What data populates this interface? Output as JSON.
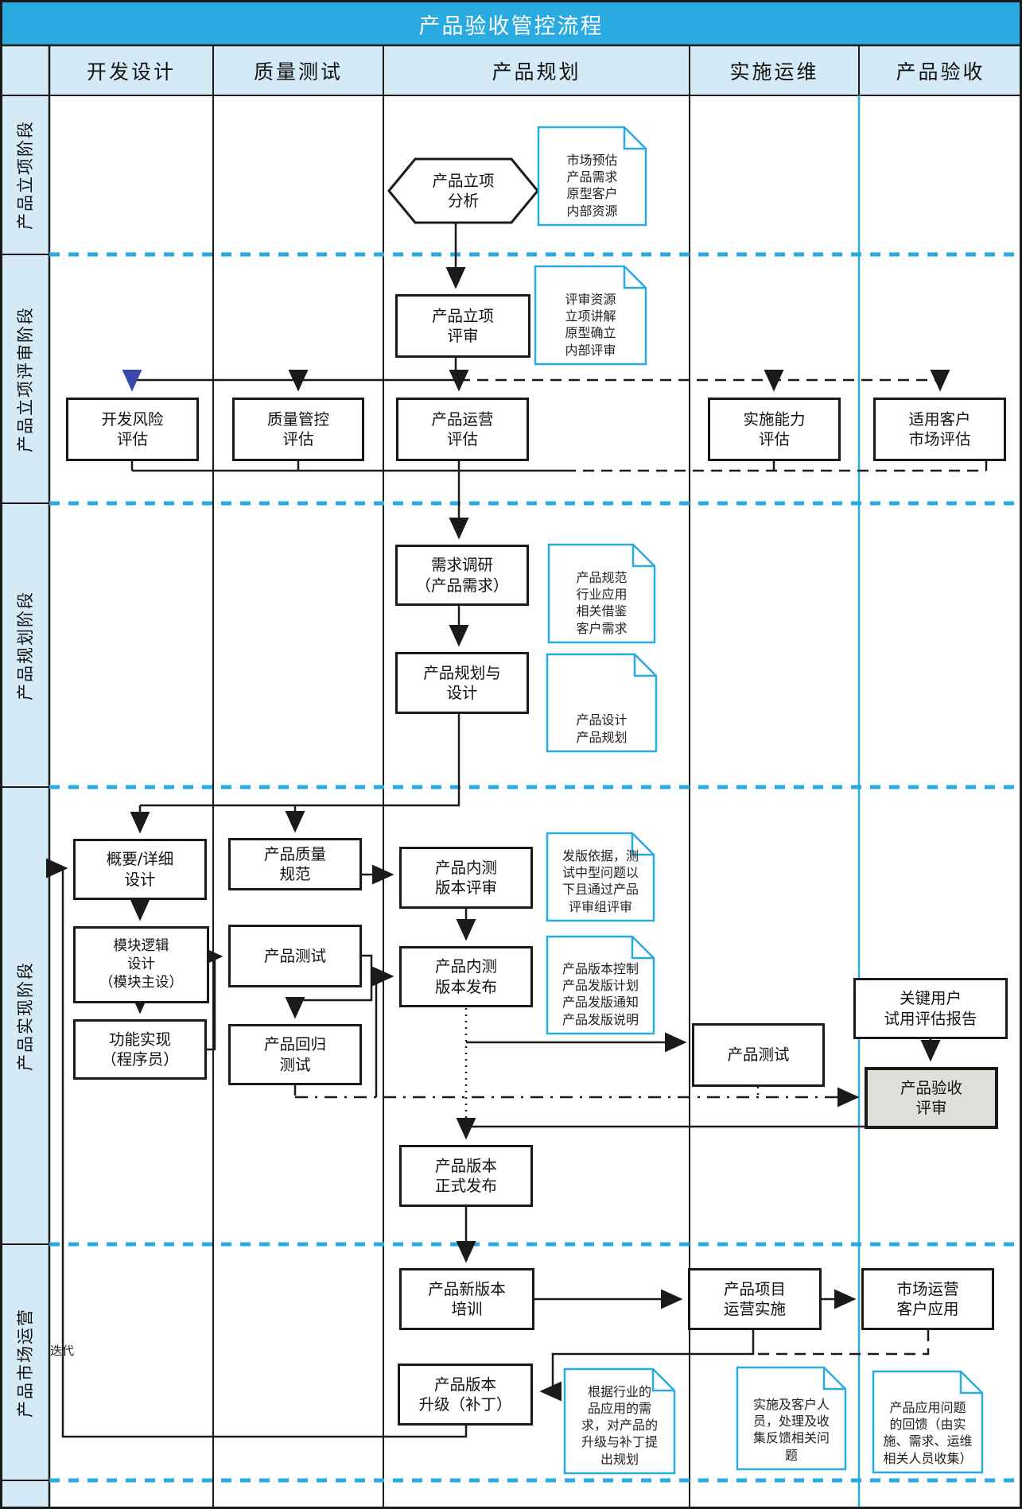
{
  "title": "产品验收管控流程",
  "lanes": {
    "columns": [
      "开发设计",
      "质量测试",
      "产品规划",
      "实施运维",
      "产品验收"
    ],
    "rows": [
      "产品立项阶段",
      "产品立项评审阶段",
      "产品规划阶段",
      "产品实现阶段",
      "产品市场运营"
    ]
  },
  "nodes": {
    "hex_analysis": "产品立项\n分析",
    "lixiang_pingshen": "产品立项\n评审",
    "eval_dev": "开发风险\n评估",
    "eval_quality": "质量管控\n评估",
    "eval_operation": "产品运营\n评估",
    "eval_implement": "实施能力\n评估",
    "eval_market": "适用客户\n市场评估",
    "xuqiu_diaoyan": "需求调研\n（产品需求）",
    "guihua_sheji": "产品规划与\n设计",
    "gaiyao_sheji": "概要/详细\n设计",
    "zhiliang_guifan": "产品质量\n规范",
    "mokuai_sheji": "模块逻辑\n设计\n（模块主设）",
    "chanpin_ceshi_qa": "产品测试",
    "gongneng_shixian": "功能实现\n（程序员）",
    "huigui_ceshi": "产品回归\n测试",
    "neice_pingshen": "产品内测\n版本评审",
    "neice_fabu": "产品内测\n版本发布",
    "guanjian_yonghu": "关键用户\n试用评估报告",
    "chanpin_ceshi_ops": "产品测试",
    "yanshou_pingshen": "产品验收\n评审",
    "zhengshi_fabu": "产品版本\n正式发布",
    "xinbanben_peixun": "产品新版本\n培训",
    "yunying_shishi": "产品项目\n运营实施",
    "kehu_yingyong": "市场运营\n客户应用",
    "banben_shengji": "产品版本\n升级（补丁）"
  },
  "notes": {
    "n1": "市场预估\n产品需求\n原型客户\n内部资源",
    "n2": "评审资源\n立项讲解\n原型确立\n内部评审",
    "n3": "产品规范\n行业应用\n相关借鉴\n客户需求",
    "n4": "产品设计\n产品规划",
    "n5": "发版依据，测\n试中型问题以\n下且通过产品\n评审组评审",
    "n6": "产品版本控制\n产品发版计划\n产品发版通知\n产品发版说明",
    "n7": "根据行业的\n品应用的需\n求，对产品的\n升级与补丁提\n出规划",
    "n8": "实施及客户人\n员，处理及收\n集反馈相关问\n题",
    "n9": "产品应用问题\n的回馈（由实\n施、需求、运维\n相关人员收集）"
  },
  "labels": {
    "diedai": "迭代"
  },
  "colors": {
    "accent": "#29ABE2",
    "lane_fill": "#D4EBF7",
    "line": "#1A1A1A",
    "review_fill": "#E0E0DB",
    "blue_arrow": "#3949AB"
  }
}
